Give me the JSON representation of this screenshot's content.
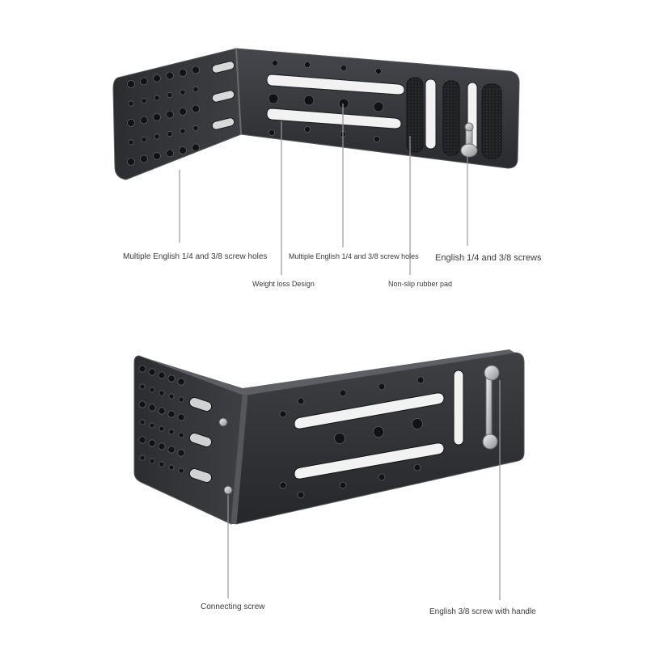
{
  "labels": {
    "multiple_holes_left": "Multiple English 1/4 and 3/8 screw holes",
    "weight_loss": "Weight loss Design",
    "multiple_holes_center": "Multiple English 1/4 and 3/8 screw holes",
    "non_slip_pad": "Non-slip rubber pad",
    "english_screws": "English 1/4 and 3/8 screws",
    "connecting_screw": "Connecting screw",
    "screw_with_handle": "English 3/8 screw with handle"
  },
  "colors": {
    "plate_dark": "#2b2c2f",
    "plate_mid": "#3a3b3f",
    "plate_edge": "#55575c",
    "hole": "#121214",
    "slot": "#f2f2f2",
    "metal": "#c9cacc",
    "leader": "#9a9a9a",
    "text": "#3a3a3a"
  },
  "icons": [
    "l-bracket-product-photo",
    "screw-icon",
    "leader-line"
  ]
}
